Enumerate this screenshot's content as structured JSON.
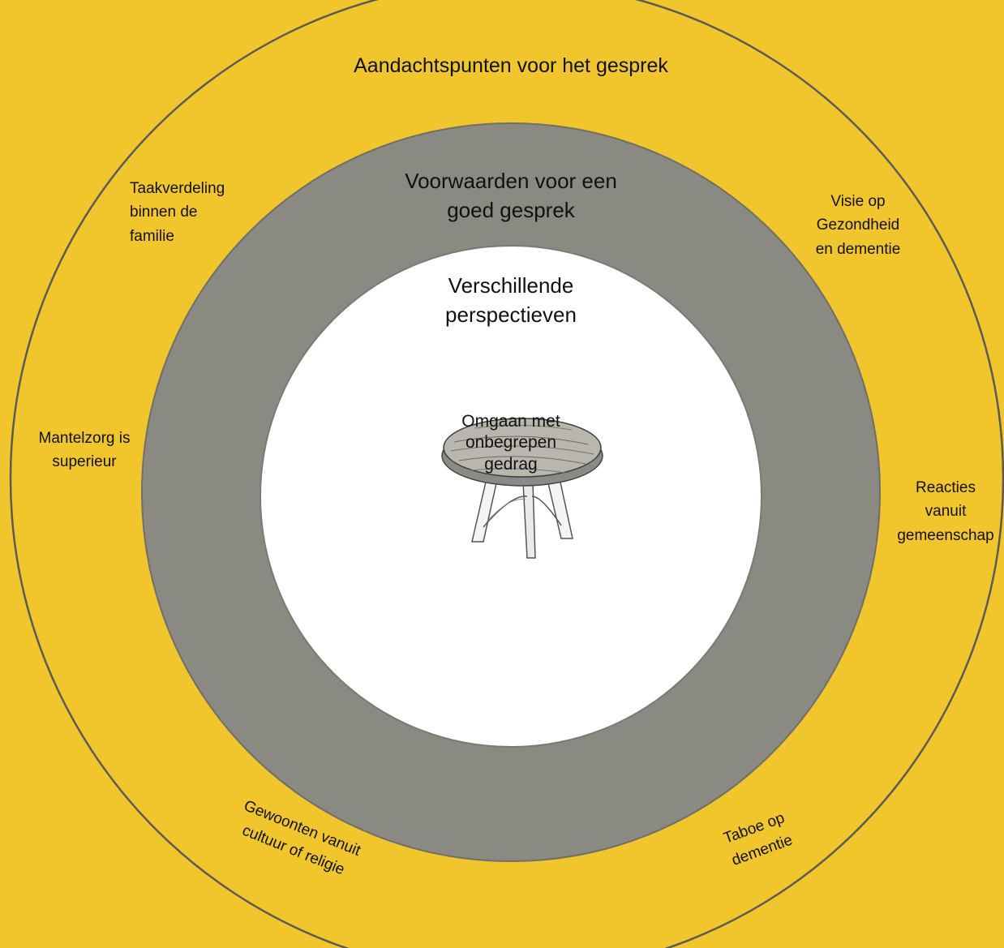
{
  "rings": {
    "outer": {
      "title": "Aandachtspunten voor het gesprek",
      "color": "#f1c52c",
      "items": {
        "taakverdeling": "Taakverdeling\nbinnen de\nfamilie",
        "visie": "Visie op\nGezondheid\nen dementie",
        "mantelzorg": "Mantelzorg is\nsuperieur",
        "reacties": "Reacties\nvanuit\ngemeenschap",
        "gewoonten": "Gewoonten vanuit\ncultuur of religie",
        "taboe": "Taboe op\ndementie"
      }
    },
    "middle": {
      "title": "Voorwaarden voor een\ngoed gesprek",
      "color": "#8a8a83"
    },
    "inner": {
      "title": "Verschillende\nperspectieven",
      "color": "#ffffff"
    }
  },
  "center": {
    "text": "Omgaan met\nonbegrepen\ngedrag",
    "icon": "round-stool-icon"
  }
}
